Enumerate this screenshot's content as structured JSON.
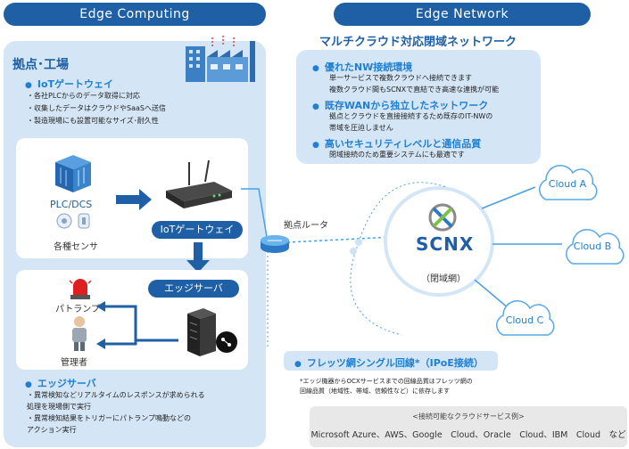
{
  "headers": {
    "left": "Edge Computing",
    "right": "Edge Network"
  },
  "site": {
    "title": "拠点･工場",
    "gateway_title": "IoTゲートウェイ",
    "gateway_points": [
      "・各社PLCからのデータ取得に対応",
      "・収集したデータはクラウドやSaaSへ送信",
      "・製造現場にも設置可能なサイズ･耐久性"
    ],
    "plc_label": "PLC/DCS",
    "sensor_label": "各種センサ",
    "gateway_pill": "IoTゲートウェイ",
    "edge_server_pill": "エッジサーバ",
    "patlamp_label": "パトランプ",
    "manager_label": "管理者",
    "edge_title": "エッジサーバ",
    "edge_points": [
      "・異常検知などリアルタイムのレスポンスが求められる",
      "  処理を現場側で実行",
      "・異常検知結果をトリガーにパトランプ鳴動などの",
      "  アクション実行"
    ]
  },
  "network": {
    "title": "マルチクラウド対応閉域ネットワーク",
    "features": [
      {
        "title": "優れたNW接続環境",
        "lines": [
          "単一サービスで複数クラウドへ接続できます",
          "複数クラウド間もSCNXで直結でき高速な連携が可能"
        ]
      },
      {
        "title": "既存WANから独立したネットワーク",
        "lines": [
          "拠点とクラウドを直接接続するため既存のIT-NWの",
          "帯域を圧迫しません"
        ]
      },
      {
        "title": "高いセキュリティレベルと通信品質",
        "lines": [
          "閉域接続のため重要システムにも最適です"
        ]
      }
    ],
    "router_label": "拠点ルータ",
    "brand": "SCNX",
    "closed_label": "（閉域網）",
    "clouds": [
      "Cloud A",
      "Cloud B",
      "Cloud C"
    ],
    "flets_label": "フレッツ網シングル回線*（IPoE接続）",
    "notes": [
      "*エッジ機器からOCXサービスまでの回線品質はフレッツ網の",
      "  回線品質（地域性、帯域、信頼性など）に依存します"
    ],
    "footer_title": "<接続可能なクラウドサービス例>",
    "footer_services": "Microsoft  Azure、AWS、Google　Cloud、Oracle　Cloud、IBM　Cloud　など"
  },
  "colors": {
    "brand_blue": "#1f5fa6",
    "light_panel": "#d4e6f6",
    "accent": "#1e7fd4",
    "lamp_red": "#e02020"
  }
}
